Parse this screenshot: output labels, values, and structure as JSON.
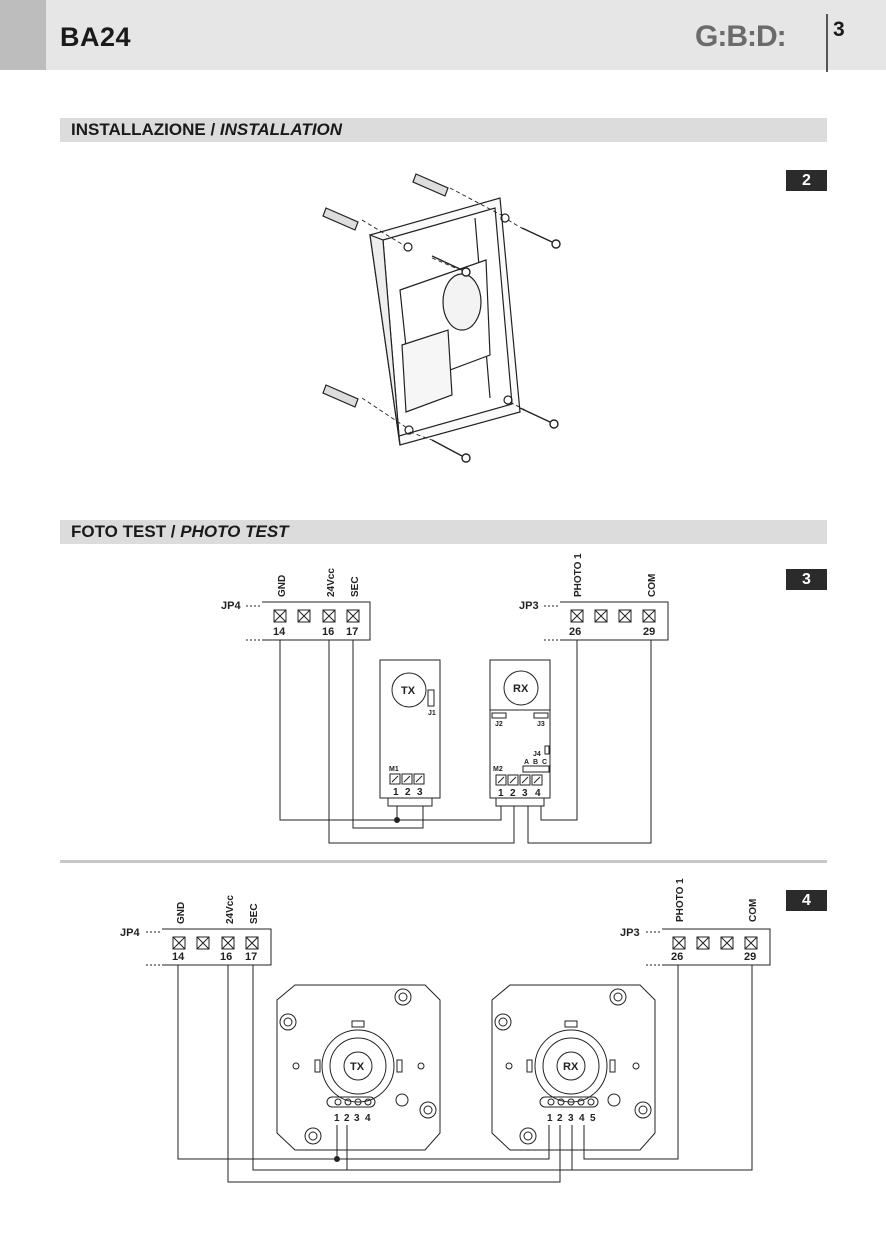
{
  "header": {
    "model": "BA24",
    "logo": "G:B:D:",
    "page_number": "3"
  },
  "sections": {
    "installation": {
      "title": "INSTALLAZIONE / ",
      "title_italic": "INSTALLATION"
    },
    "photo_test": {
      "title": "FOTO TEST / ",
      "title_italic": "PHOTO TEST"
    }
  },
  "figures": {
    "fig2": "2",
    "fig3": "3",
    "fig4": "4"
  },
  "fig3": {
    "jp4": {
      "name": "JP4",
      "gnd": "GND",
      "v24": "24Vcc",
      "sec": "SEC",
      "t14": "14",
      "t16": "16",
      "t17": "17"
    },
    "jp3": {
      "name": "JP3",
      "photo": "PHOTO 1",
      "com": "COM",
      "t26": "26",
      "t29": "29"
    },
    "tx": {
      "label": "TX",
      "j1": "J1",
      "m1": "M1",
      "p1": "1",
      "p2": "2",
      "p3": "3"
    },
    "rx": {
      "label": "RX",
      "j2": "J2",
      "j3": "J3",
      "j4": "J4",
      "a": "A",
      "b": "B",
      "c": "C",
      "m2": "M2",
      "p1": "1",
      "p2": "2",
      "p3": "3",
      "p4": "4"
    }
  },
  "fig4": {
    "jp4": {
      "name": "JP4",
      "gnd": "GND",
      "v24": "24Vcc",
      "sec": "SEC",
      "t14": "14",
      "t16": "16",
      "t17": "17"
    },
    "jp3": {
      "name": "JP3",
      "photo": "PHOTO 1",
      "com": "COM",
      "t26": "26",
      "t29": "29"
    },
    "tx": {
      "label": "TX",
      "p1": "1",
      "p2": "2",
      "p3": "3",
      "p4": "4"
    },
    "rx": {
      "label": "RX",
      "p1": "1",
      "p2": "2",
      "p3": "3",
      "p4": "4",
      "p5": "5"
    }
  }
}
